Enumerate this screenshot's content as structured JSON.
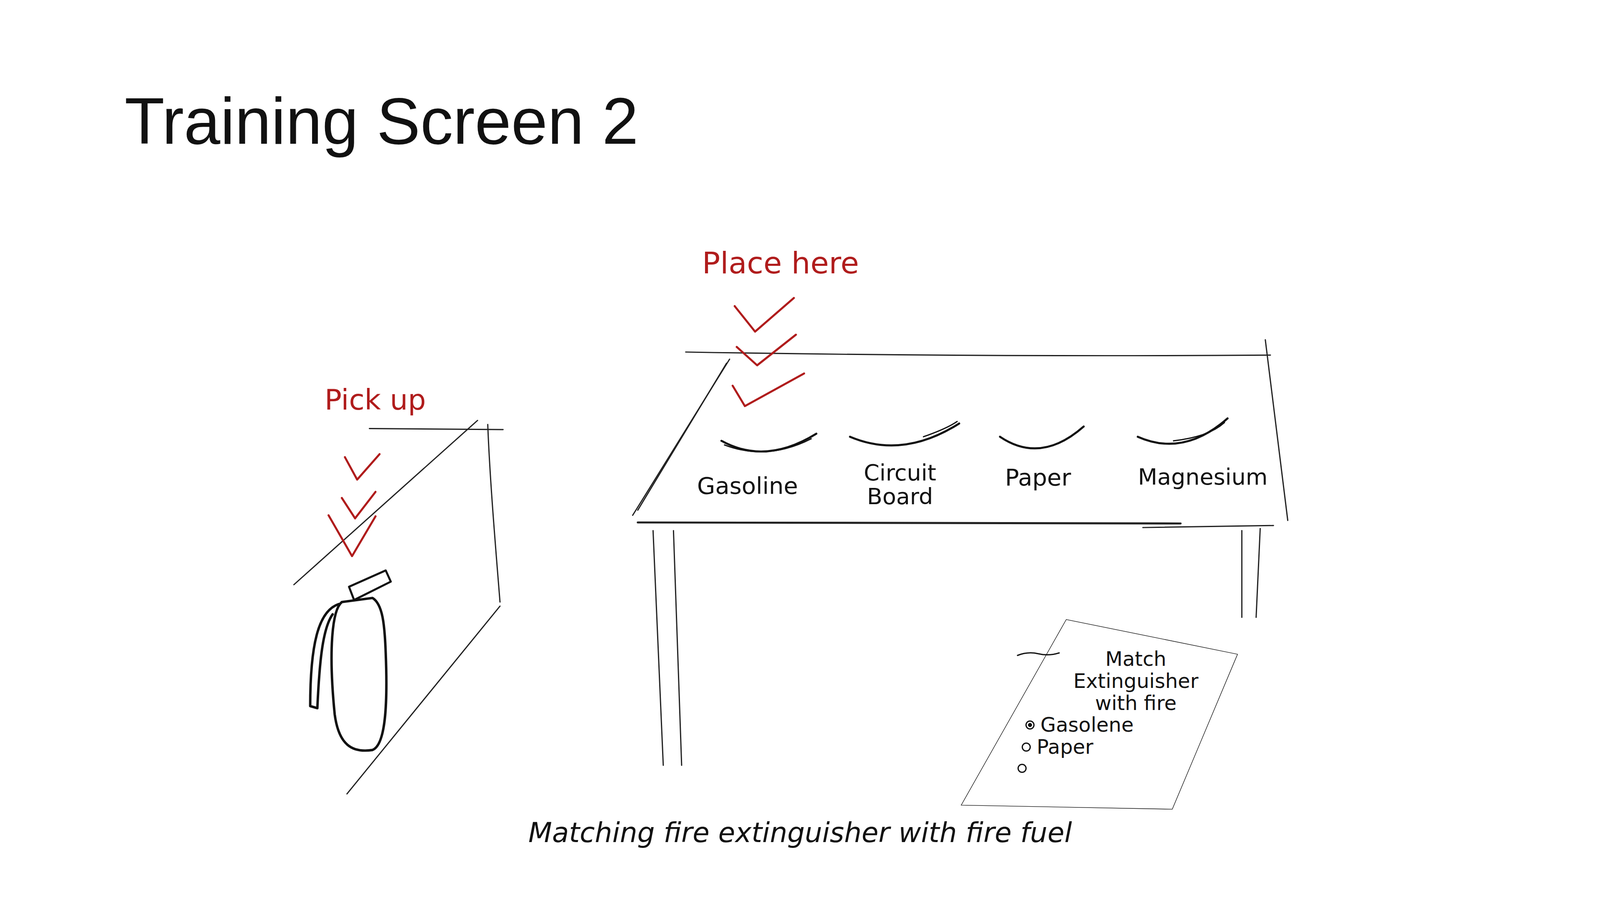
{
  "diagram": {
    "title": "Training Screen 2",
    "caption": "Matching fire extinguisher with fire fuel",
    "nodes": [
      {
        "text": [
          "Match Extinguisher with fire",
          "Gasolene",
          "Paper"
        ]
      }
    ],
    "labels": [
      "Place here",
      "Pick up",
      "Gasoline",
      "Circuit Board",
      "Paper",
      "Magnesium"
    ]
  }
}
